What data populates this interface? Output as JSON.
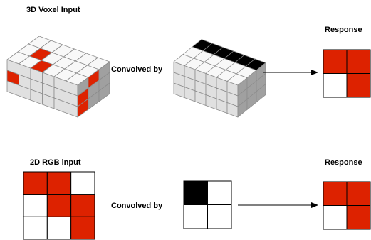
{
  "labels": {
    "voxel_title": "3D Voxel Input",
    "rgb_title": "2D RGB  input",
    "convolved_top": "Convolved by",
    "convolved_bottom": "Convolved by",
    "response_top": "Response",
    "response_bottom": "Response"
  },
  "colors": {
    "active": "#dd2200",
    "kernel_active": "#000000",
    "empty": "#ffffff",
    "cube_top": "#f8f8f8",
    "cube_front": "#e0e0e0",
    "cube_side": "#a0a0a0",
    "cube_edge": "#8c8c8c",
    "grid_line": "#000000"
  },
  "voxel_input": {
    "size": [
      6,
      3,
      3
    ],
    "active_top": [
      [
        1,
        1
      ],
      [
        2,
        0
      ]
    ],
    "active_front": [
      [
        0,
        1
      ]
    ],
    "active_side": [
      [
        1,
        0
      ],
      [
        0,
        1
      ],
      [
        0,
        2
      ]
    ]
  },
  "voxel_kernel": {
    "size": [
      6,
      3,
      3
    ],
    "dark_top_row": 2
  },
  "rgb_input": {
    "rows": 3,
    "cols": 3,
    "cells": [
      [
        1,
        1,
        0
      ],
      [
        0,
        1,
        1
      ],
      [
        0,
        0,
        1
      ]
    ]
  },
  "rgb_kernel": {
    "rows": 2,
    "cols": 2,
    "cells": [
      [
        1,
        0
      ],
      [
        0,
        0
      ]
    ]
  },
  "response_top": {
    "rows": 2,
    "cols": 2,
    "cells": [
      [
        1,
        1
      ],
      [
        0,
        1
      ]
    ]
  },
  "response_bottom": {
    "rows": 2,
    "cols": 2,
    "cells": [
      [
        1,
        1
      ],
      [
        0,
        1
      ]
    ]
  }
}
